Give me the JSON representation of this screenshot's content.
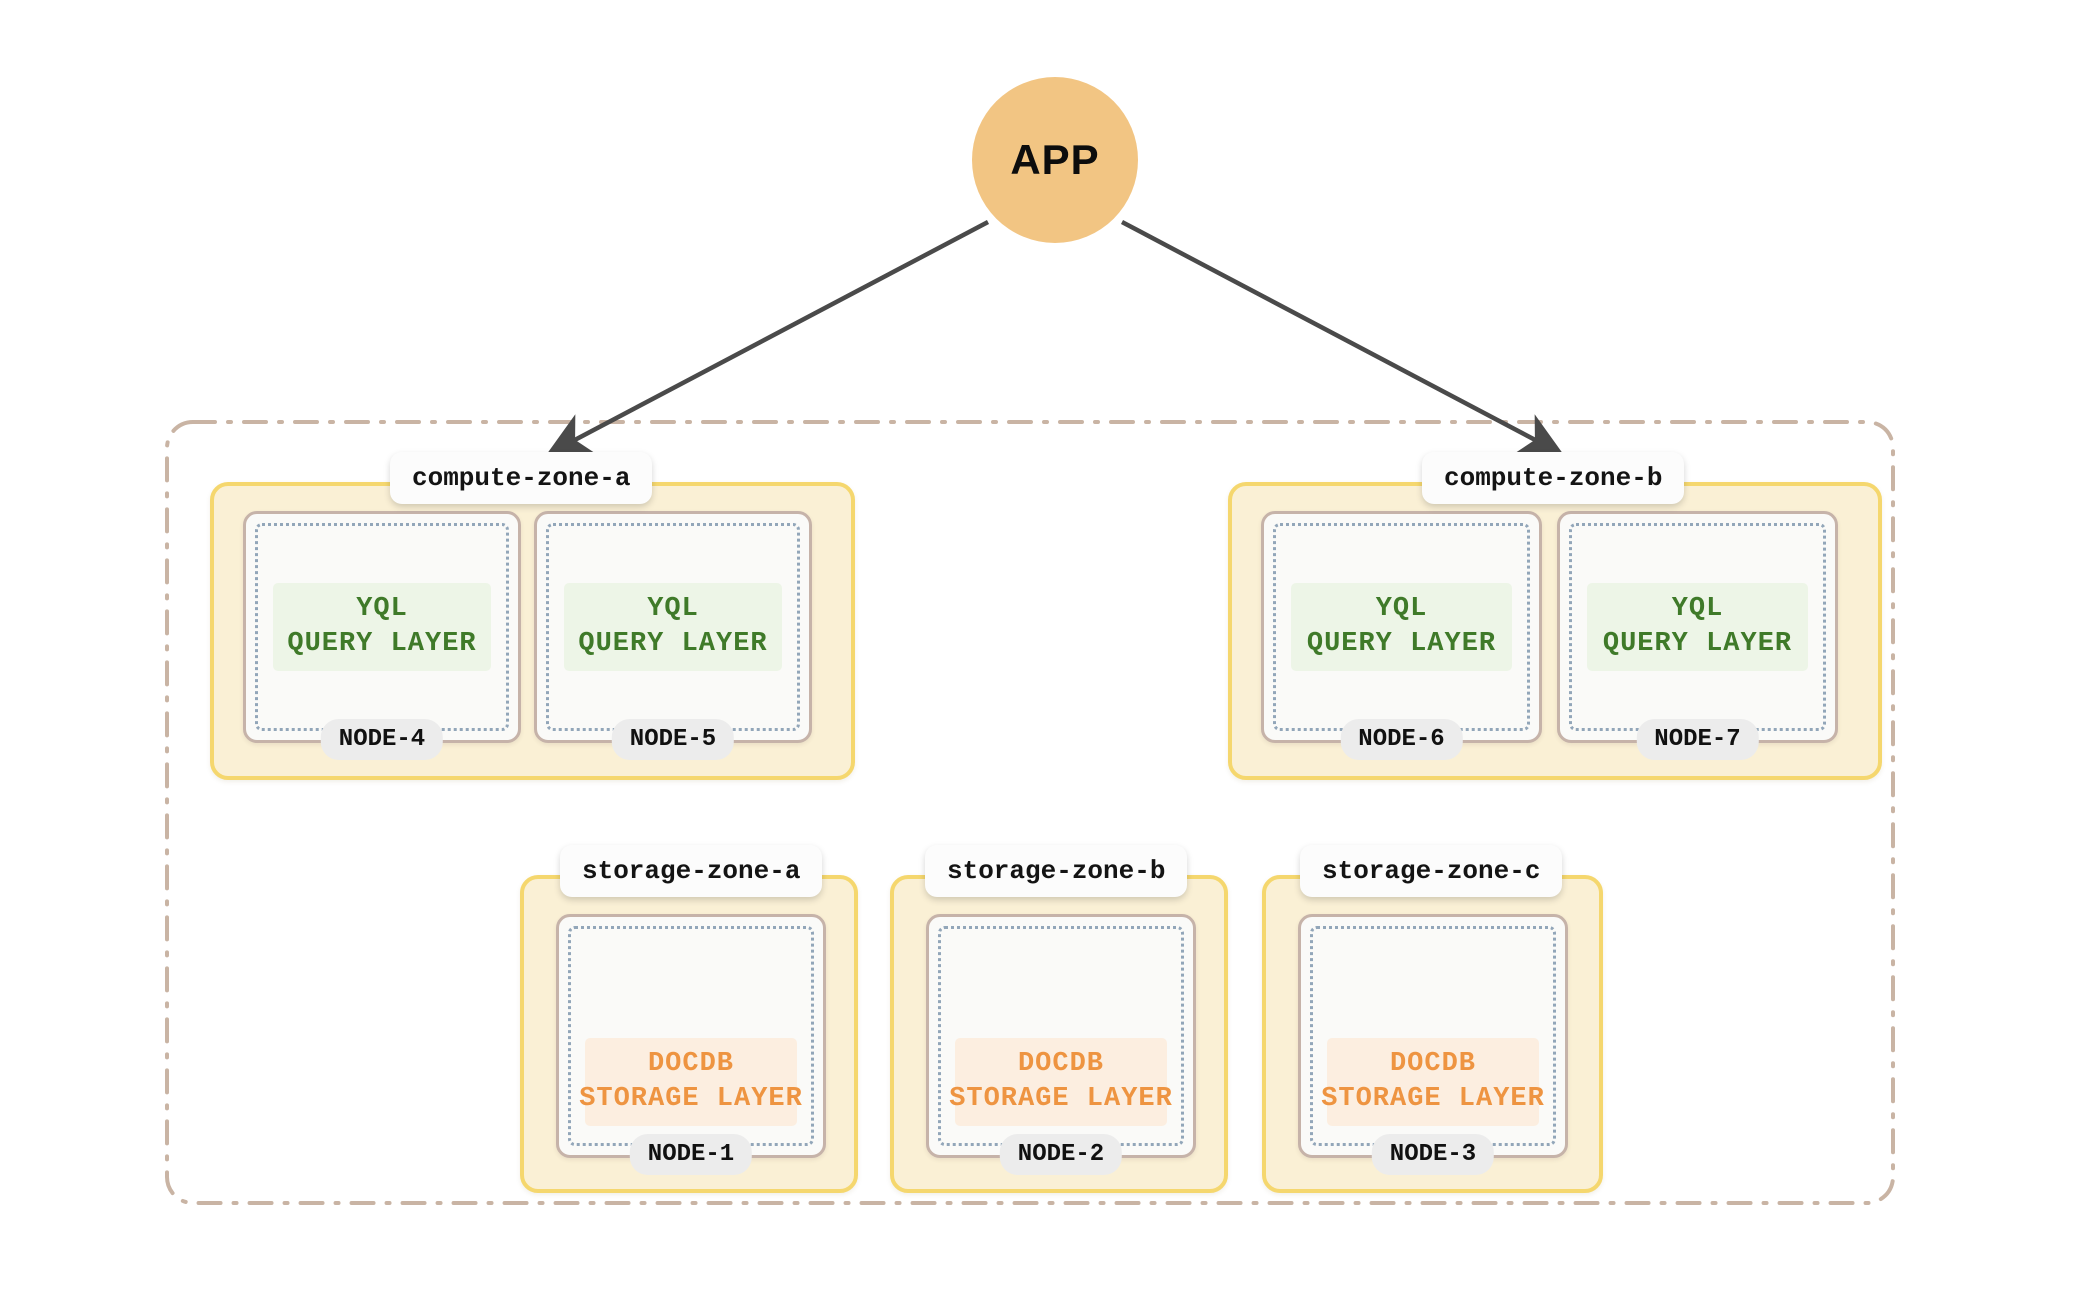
{
  "diagram": {
    "title": "APP to compute and storage zones topology",
    "app": {
      "label": "APP",
      "color": "#F2C583"
    },
    "cluster": {
      "border_color": "#C9B4A4"
    },
    "colors": {
      "zone_fill": "#FAF0D5",
      "zone_border": "#F5D76E",
      "node_border": "#C6B3A9",
      "node_inner_dotted": "#92A6B9",
      "yql_text": "#3F7A29",
      "yql_fill": "#EDF5E7",
      "docdb_text": "#EE9441",
      "docdb_fill": "#FCEEE0",
      "badge_fill": "#ECECEC",
      "arrow": "#4A4A4A"
    },
    "compute_zones": [
      {
        "label": "compute-zone-a",
        "nodes": [
          {
            "badge": "NODE-4",
            "layer_line1": "YQL",
            "layer_line2": "QUERY LAYER",
            "layer_type": "yql"
          },
          {
            "badge": "NODE-5",
            "layer_line1": "YQL",
            "layer_line2": "QUERY LAYER",
            "layer_type": "yql"
          }
        ]
      },
      {
        "label": "compute-zone-b",
        "nodes": [
          {
            "badge": "NODE-6",
            "layer_line1": "YQL",
            "layer_line2": "QUERY LAYER",
            "layer_type": "yql"
          },
          {
            "badge": "NODE-7",
            "layer_line1": "YQL",
            "layer_line2": "QUERY LAYER",
            "layer_type": "yql"
          }
        ]
      }
    ],
    "storage_zones": [
      {
        "label": "storage-zone-a",
        "nodes": [
          {
            "badge": "NODE-1",
            "layer_line1": "DOCDB",
            "layer_line2": "STORAGE LAYER",
            "layer_type": "docdb"
          }
        ]
      },
      {
        "label": "storage-zone-b",
        "nodes": [
          {
            "badge": "NODE-2",
            "layer_line1": "DOCDB",
            "layer_line2": "STORAGE LAYER",
            "layer_type": "docdb"
          }
        ]
      },
      {
        "label": "storage-zone-c",
        "nodes": [
          {
            "badge": "NODE-3",
            "layer_line1": "DOCDB",
            "layer_line2": "STORAGE LAYER",
            "layer_type": "docdb"
          }
        ]
      }
    ],
    "connections": [
      {
        "from": "APP",
        "to": "compute-zone-a"
      },
      {
        "from": "APP",
        "to": "compute-zone-b"
      }
    ]
  }
}
